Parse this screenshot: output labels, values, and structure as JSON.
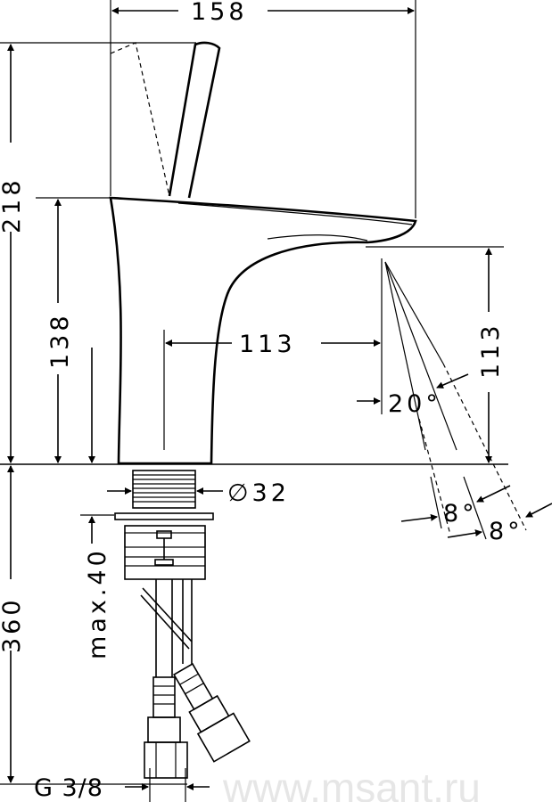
{
  "drawing": {
    "dimensions": {
      "width_total": "158",
      "height_total": "218",
      "height_spout": "138",
      "spout_reach": "113",
      "spout_height_right": "113",
      "spray_angle": "20°",
      "angle_1": "8°",
      "angle_2": "8°",
      "shank_diameter": "∅32",
      "max_thickness": "max.40",
      "below_height": "360",
      "connection": "G 3/8"
    },
    "watermark": "www.msant.ru"
  }
}
